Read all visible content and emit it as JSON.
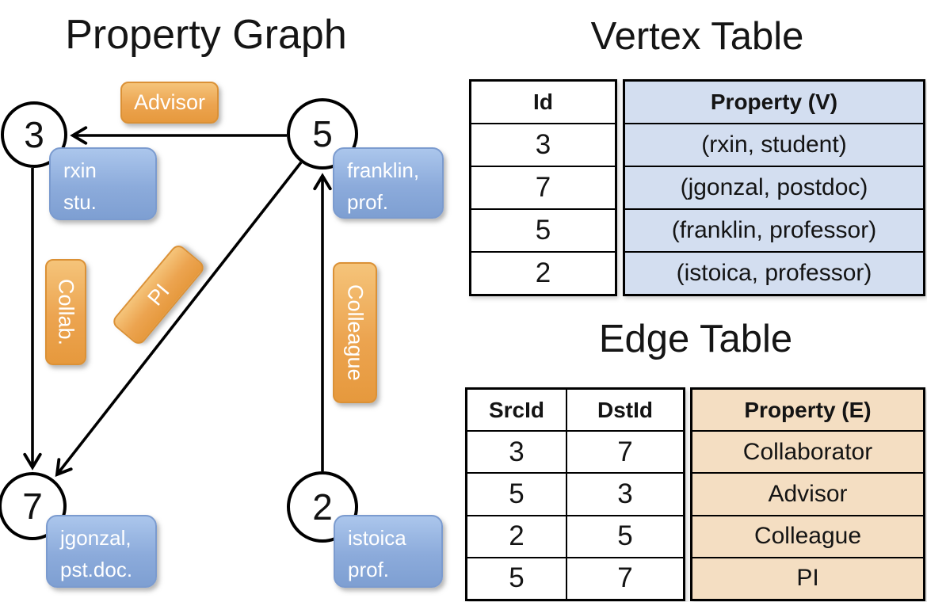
{
  "graph": {
    "title": "Property Graph",
    "nodes": [
      {
        "id": "3",
        "label_lines": [
          "rxin",
          "stu."
        ]
      },
      {
        "id": "5",
        "label_lines": [
          "franklin,",
          "prof."
        ]
      },
      {
        "id": "7",
        "label_lines": [
          "jgonzal,",
          "pst.doc."
        ]
      },
      {
        "id": "2",
        "label_lines": [
          "istoica",
          "prof."
        ]
      }
    ],
    "edges": [
      {
        "label": "Advisor"
      },
      {
        "label": "Collab."
      },
      {
        "label": "PI"
      },
      {
        "label": "Colleague"
      }
    ]
  },
  "vertex_table": {
    "title": "Vertex Table",
    "id_header": "Id",
    "property_header": "Property (V)",
    "rows": [
      {
        "id": "3",
        "property": "(rxin, student)"
      },
      {
        "id": "7",
        "property": "(jgonzal, postdoc)"
      },
      {
        "id": "5",
        "property": "(franklin, professor)"
      },
      {
        "id": "2",
        "property": "(istoica, professor)"
      }
    ]
  },
  "edge_table": {
    "title": "Edge Table",
    "src_header": "SrcId",
    "dst_header": "DstId",
    "property_header": "Property (E)",
    "rows": [
      {
        "src": "3",
        "dst": "7",
        "property": "Collaborator"
      },
      {
        "src": "5",
        "dst": "3",
        "property": "Advisor"
      },
      {
        "src": "2",
        "dst": "5",
        "property": "Colleague"
      },
      {
        "src": "5",
        "dst": "7",
        "property": "PI"
      }
    ]
  },
  "colors": {
    "edge_label_orange_light": "#f5c47a",
    "edge_label_orange_dark": "#e6993d",
    "vertex_label_blue_light": "#abc6ec",
    "vertex_label_blue_dark": "#7e9fd2",
    "vertex_table_cell_bg": "#d3def0",
    "edge_table_cell_bg": "#f4dec2",
    "line_color": "#000000"
  }
}
